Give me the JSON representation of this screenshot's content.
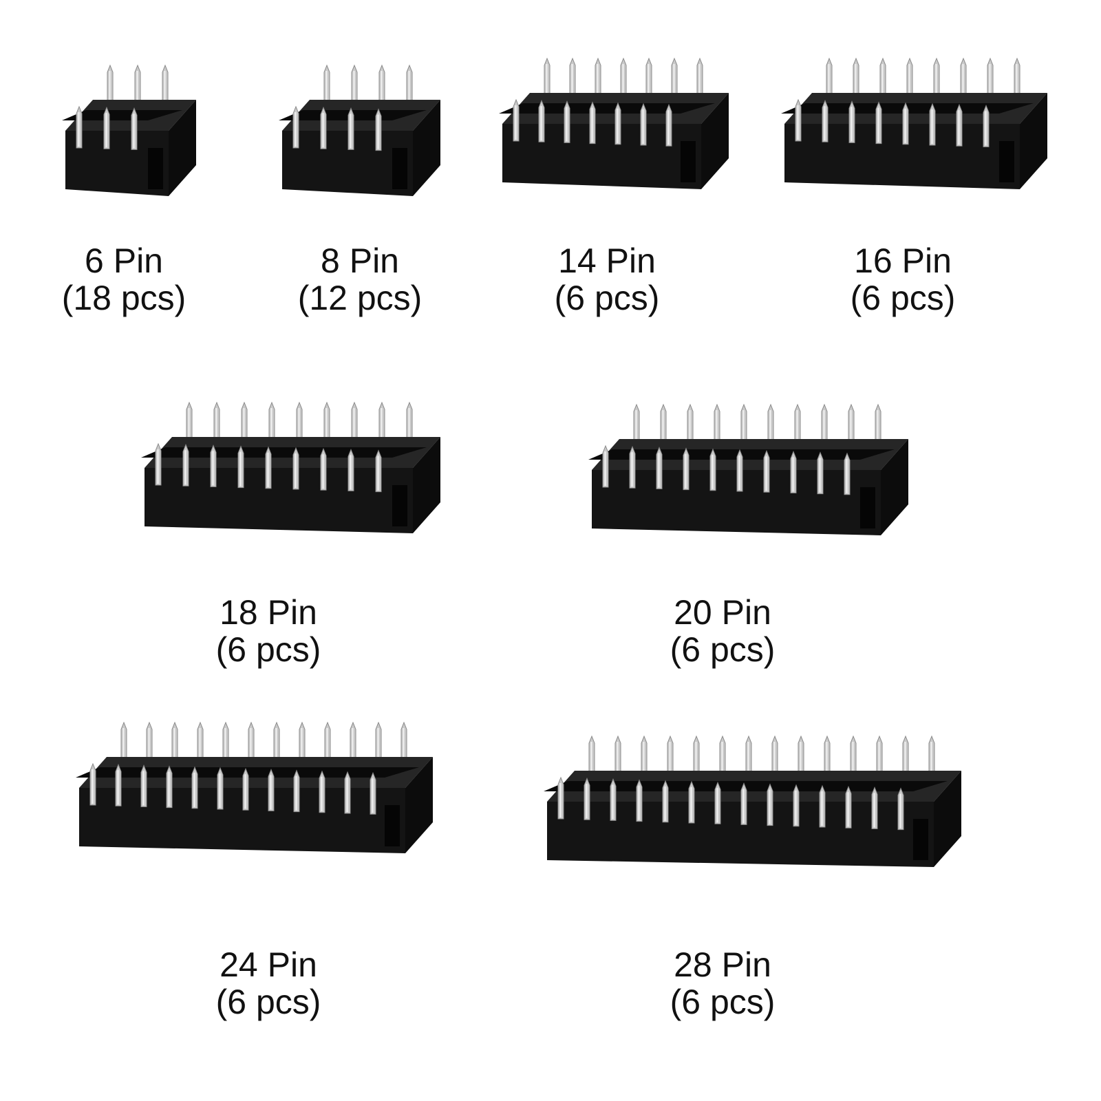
{
  "colors": {
    "background": "#ffffff",
    "socket_body": "#141414",
    "socket_top": "#262626",
    "pin": "#c9c9c9",
    "text": "#111111"
  },
  "sockets": [
    {
      "pins": 6,
      "label": "6 Pin",
      "qty": "(18 pcs)"
    },
    {
      "pins": 8,
      "label": "8 Pin",
      "qty": "(12 pcs)"
    },
    {
      "pins": 14,
      "label": "14 Pin",
      "qty": "(6 pcs)"
    },
    {
      "pins": 16,
      "label": "16 Pin",
      "qty": "(6 pcs)"
    },
    {
      "pins": 18,
      "label": "18 Pin",
      "qty": "(6 pcs)"
    },
    {
      "pins": 20,
      "label": "20 Pin",
      "qty": "(6 pcs)"
    },
    {
      "pins": 24,
      "label": "24 Pin",
      "qty": "(6 pcs)"
    },
    {
      "pins": 28,
      "label": "28 Pin",
      "qty": "(6 pcs)"
    }
  ]
}
